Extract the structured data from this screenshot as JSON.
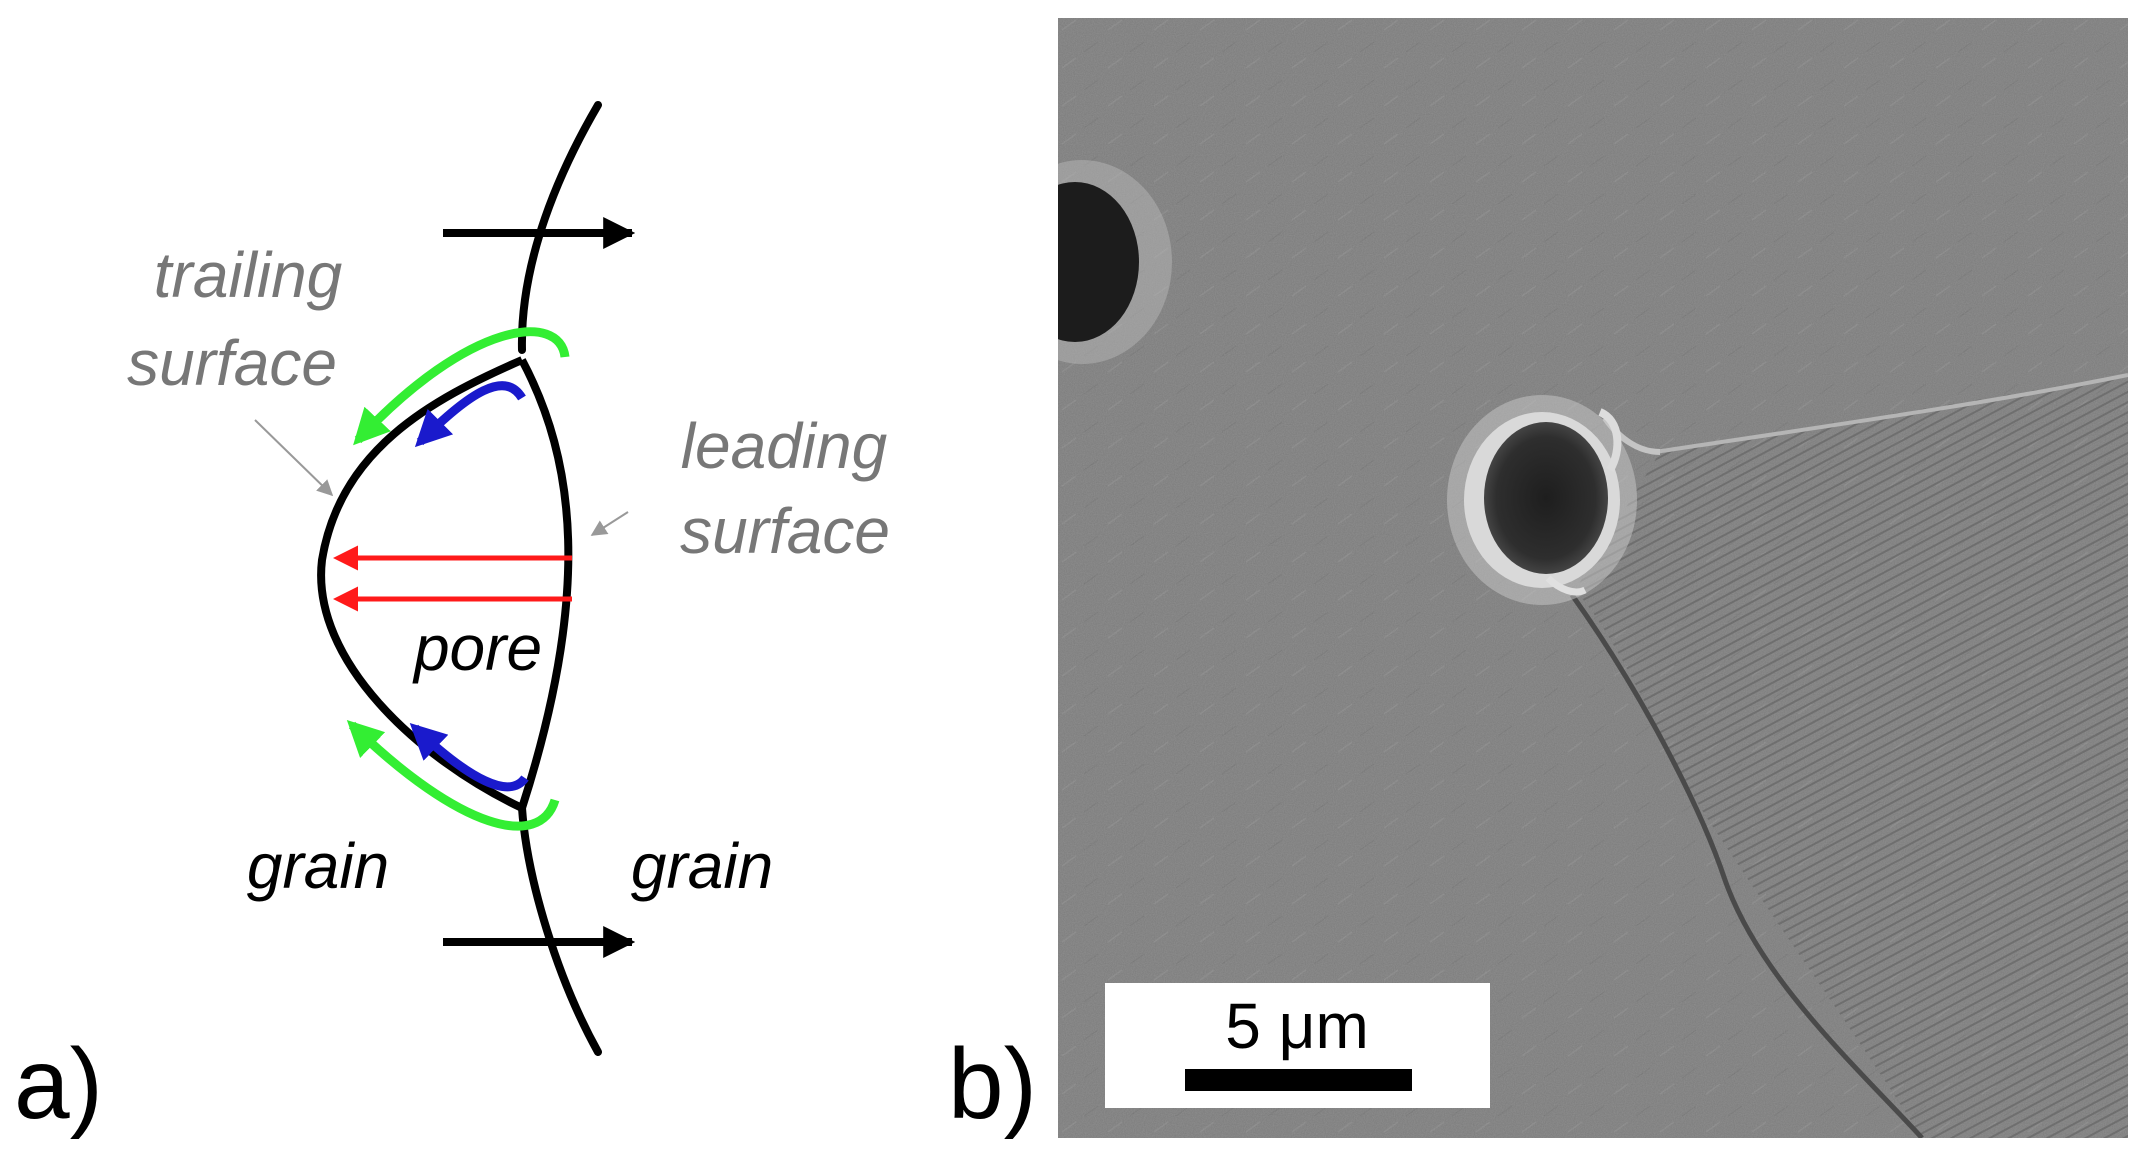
{
  "panel_a": {
    "label": "a)",
    "trailing_surface_line1": "trailing",
    "trailing_surface_line2": "surface",
    "leading_surface_line1": "leading",
    "leading_surface_line2": "surface",
    "pore_label": "pore",
    "grain_left": "grain",
    "grain_right": "grain"
  },
  "panel_b": {
    "label": "b)",
    "scale_bar_label": "5 μm"
  },
  "colors": {
    "boundary": "#000000",
    "outer_flow_arrows": "#33ee33",
    "inner_flow_arrows": "#1a1acc",
    "pressure_arrows": "#ff1a1a",
    "annotation_text": "#777777",
    "sem_background": "#7a7a7a"
  }
}
